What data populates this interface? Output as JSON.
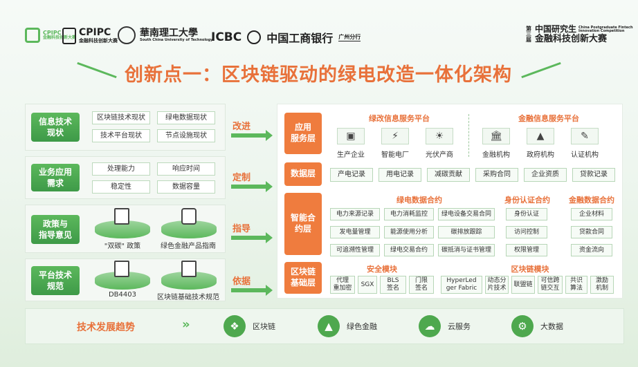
{
  "logos": {
    "cpipc_small": "CPIPC",
    "cpipc_small_sub": "金融科技创新大赛",
    "cpipc": "CPIPC",
    "cpipc_sub": "金融科技创新大赛",
    "scut": "華南理工大學",
    "scut_sub": "South China University of Technology",
    "icbc": "ICBC",
    "icbc_cn": "中国工商银行",
    "icbc_branch": "广州分行",
    "contest_no": "第三届",
    "contest_line1": "中国研究生",
    "contest_en1": "China Postgraduate Fintech",
    "contest_en2": "Innovation Competition",
    "contest_line2": "金融科技创新大赛"
  },
  "title": "创新点一：区块链驱动的绿电改造一体化架构",
  "left": [
    {
      "badge": "信息技术\n现状",
      "tags": [
        "区块链技术现状",
        "绿电数据现状",
        "技术平台现状",
        "节点设施现状"
      ],
      "verb": "改进"
    },
    {
      "badge": "业务应用\n需求",
      "tags": [
        "处理能力",
        "响应时间",
        "稳定性",
        "数据容量"
      ],
      "verb": "定制"
    },
    {
      "badge": "政策与\n指导意见",
      "items": [
        "\"双碳\" 政策",
        "绿色金融产品指南"
      ],
      "verb": "指导"
    },
    {
      "badge": "平台技术\n规范",
      "items": [
        "DB4403",
        "区块链基础技术规范"
      ],
      "verb": "依据"
    }
  ],
  "right": {
    "app": {
      "label": "应用\n服务层",
      "p1": "绿改信息服务平台",
      "p2": "金融信息服务平台",
      "items": [
        "生产企业",
        "智能电厂",
        "光伏产商",
        "金融机构",
        "政府机构",
        "认证机构"
      ]
    },
    "data": {
      "label": "数据层",
      "items": [
        "产电记录",
        "用电记录",
        "减碳贡献",
        "采购合同",
        "企业资质",
        "贷款记录"
      ]
    },
    "smart": {
      "label": "智能合\n约层",
      "s1": "绿电数据合约",
      "s2": "身份认证合约",
      "s3": "金融数据合约",
      "g1": [
        "电力来源记录",
        "电力消耗监控",
        "绿电设备交易合同",
        "发电量管理",
        "能源使用分析",
        "碳排放跟踪",
        "可追溯性管理",
        "绿电交易合约",
        "碳抵消与证书管理"
      ],
      "g2": [
        "身份认证",
        "访问控制",
        "权限管理"
      ],
      "g3": [
        "企业材料",
        "贷款合同",
        "资金流向"
      ]
    },
    "chain": {
      "label": "区块链\n基础层",
      "s1": "安全模块",
      "s2": "区块链模块",
      "items": [
        "代理\n重加密",
        "SGX",
        "BLS\n签名",
        "门限\n签名",
        "HyperLed\nger Fabric",
        "动态分\n片技术",
        "联盟链",
        "可信跨\n链交互",
        "共识\n算法",
        "激励\n机制"
      ]
    }
  },
  "bottom": {
    "label": "技术发展趋势",
    "items": [
      "区块链",
      "绿色金融",
      "云服务",
      "大数据"
    ]
  }
}
